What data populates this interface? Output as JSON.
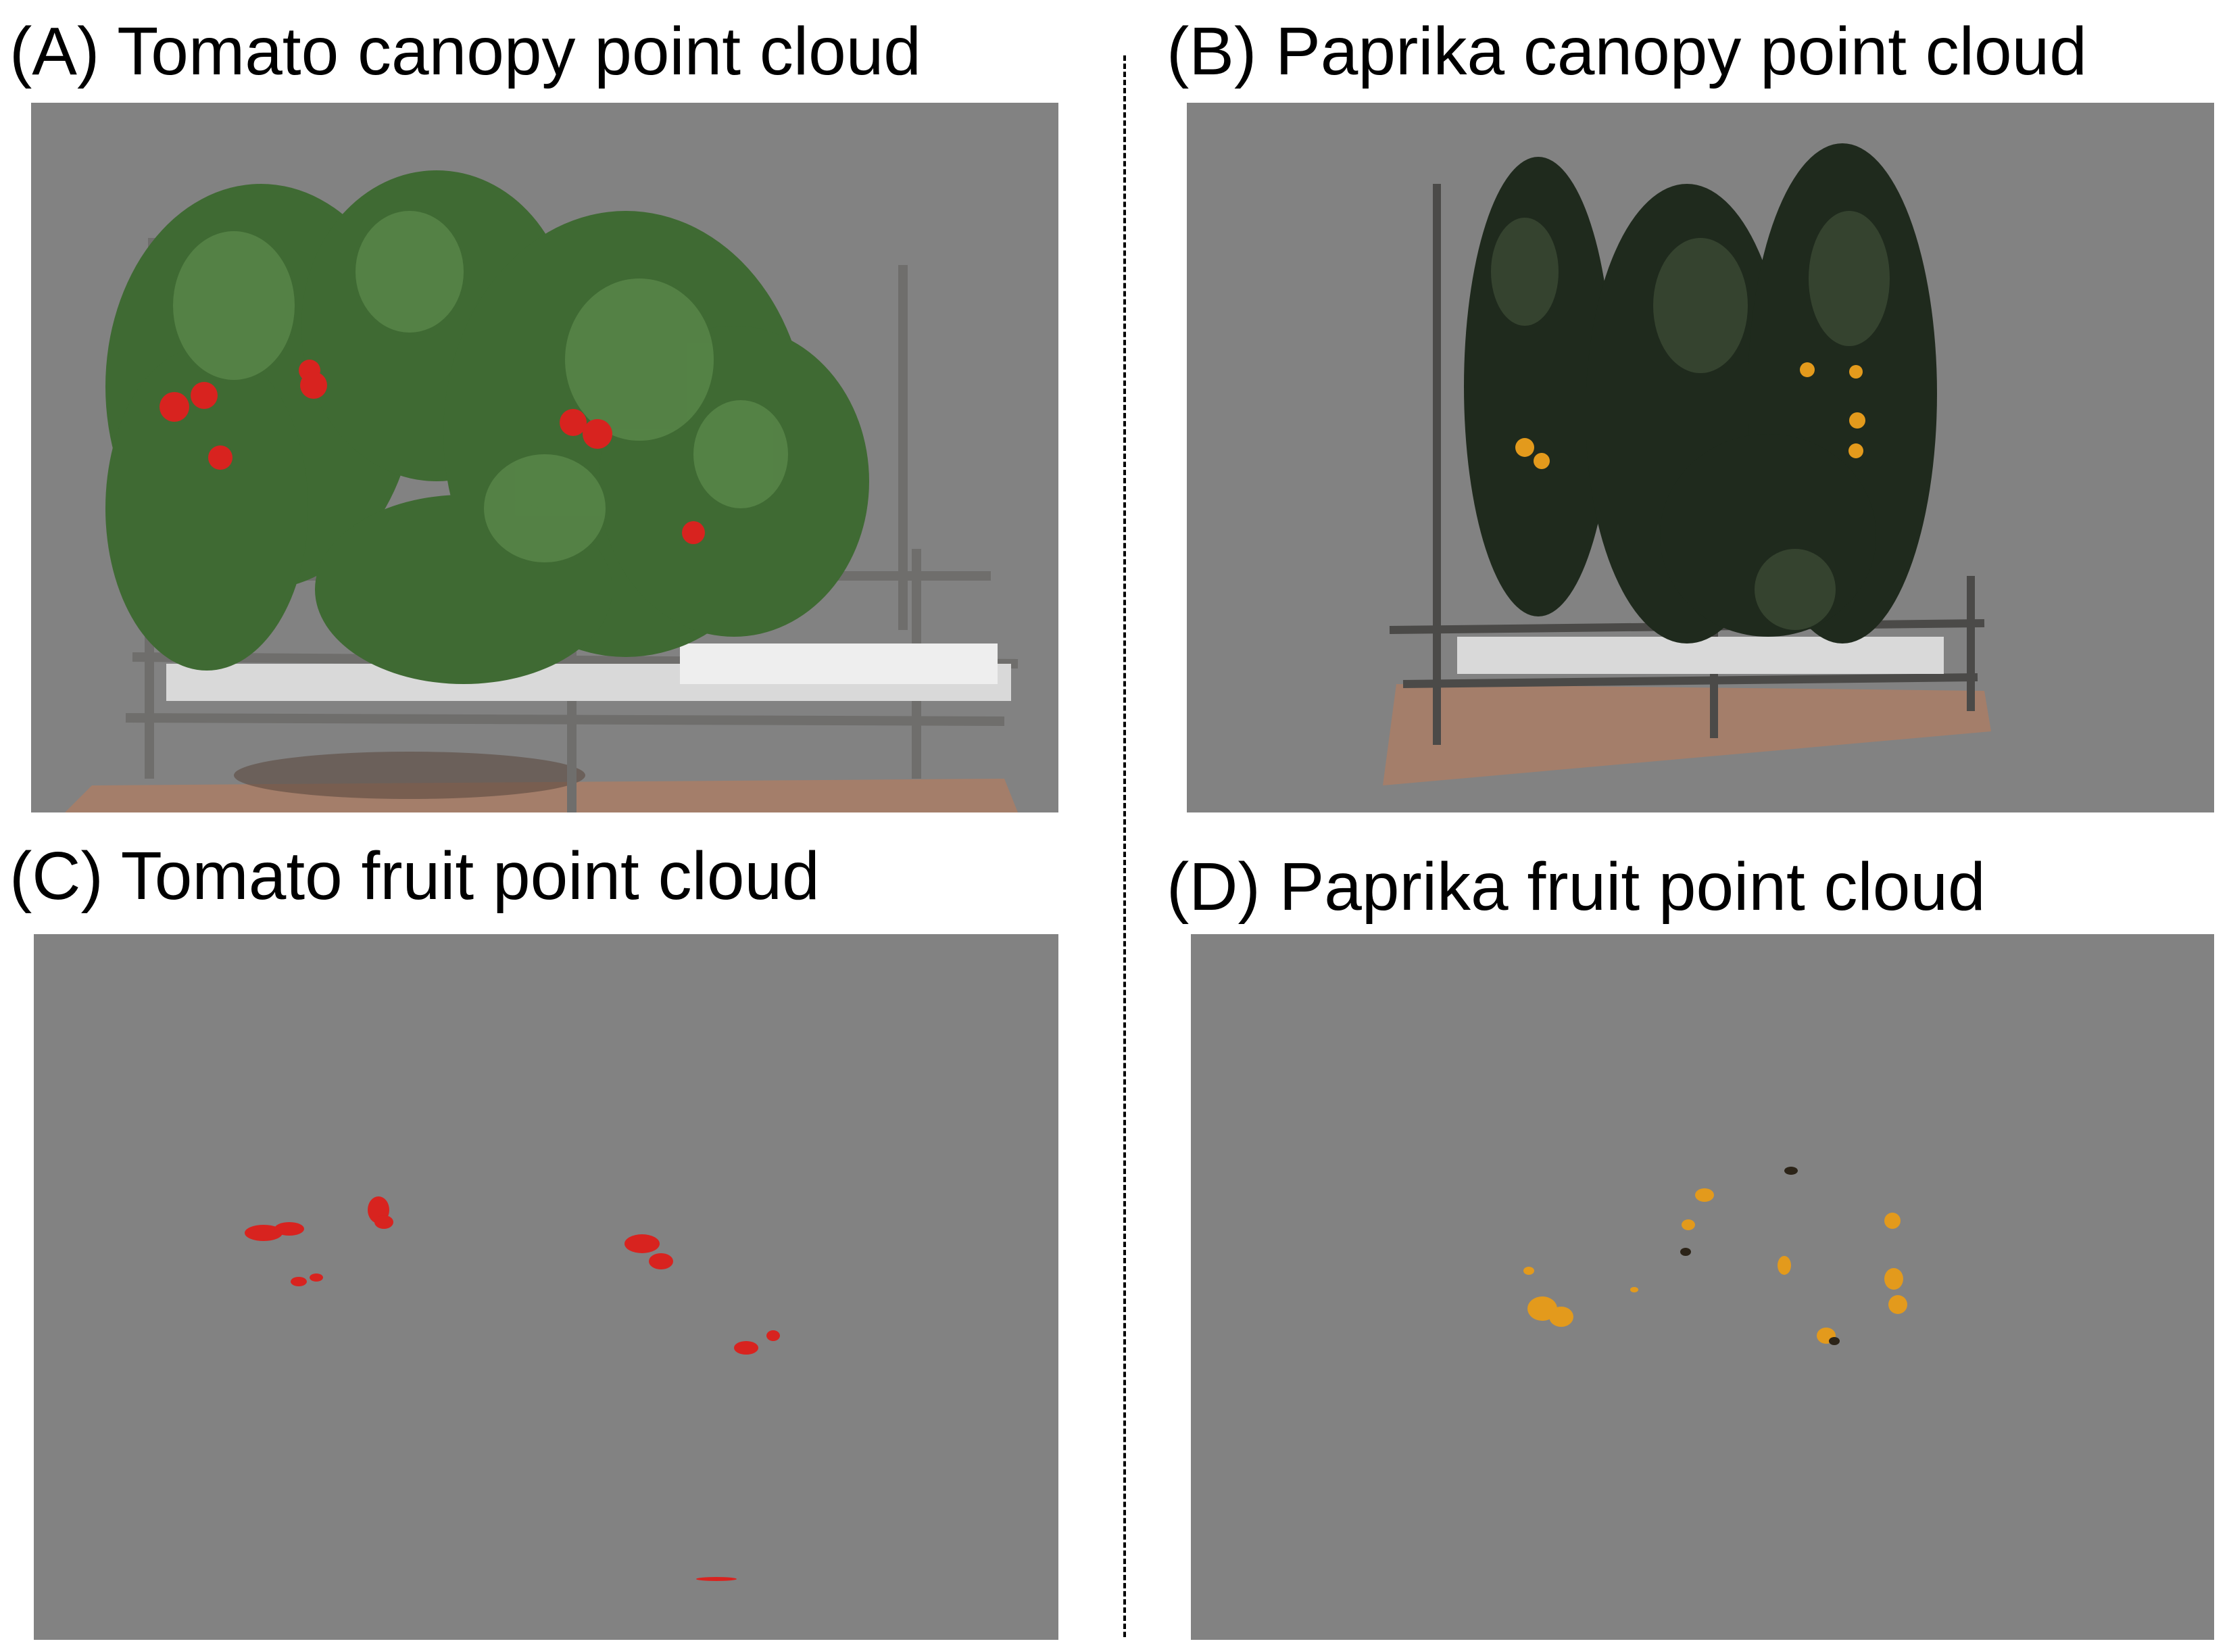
{
  "panels": {
    "a": {
      "caption": "(A) Tomato canopy point cloud"
    },
    "b": {
      "caption": "(B) Paprika canopy point cloud"
    },
    "c": {
      "caption": "(C) Tomato fruit point cloud"
    },
    "d": {
      "caption": "(D) Paprika fruit point cloud"
    }
  },
  "colors": {
    "panel_background": "#828282",
    "tomato_fruit": "#d8231f",
    "paprika_fruit": "#e39a1c",
    "tomato_foliage": "#3f6a33",
    "paprika_foliage": "#1f2a1d",
    "floor": "#a47e6a",
    "frame": "#6f6e6c"
  }
}
